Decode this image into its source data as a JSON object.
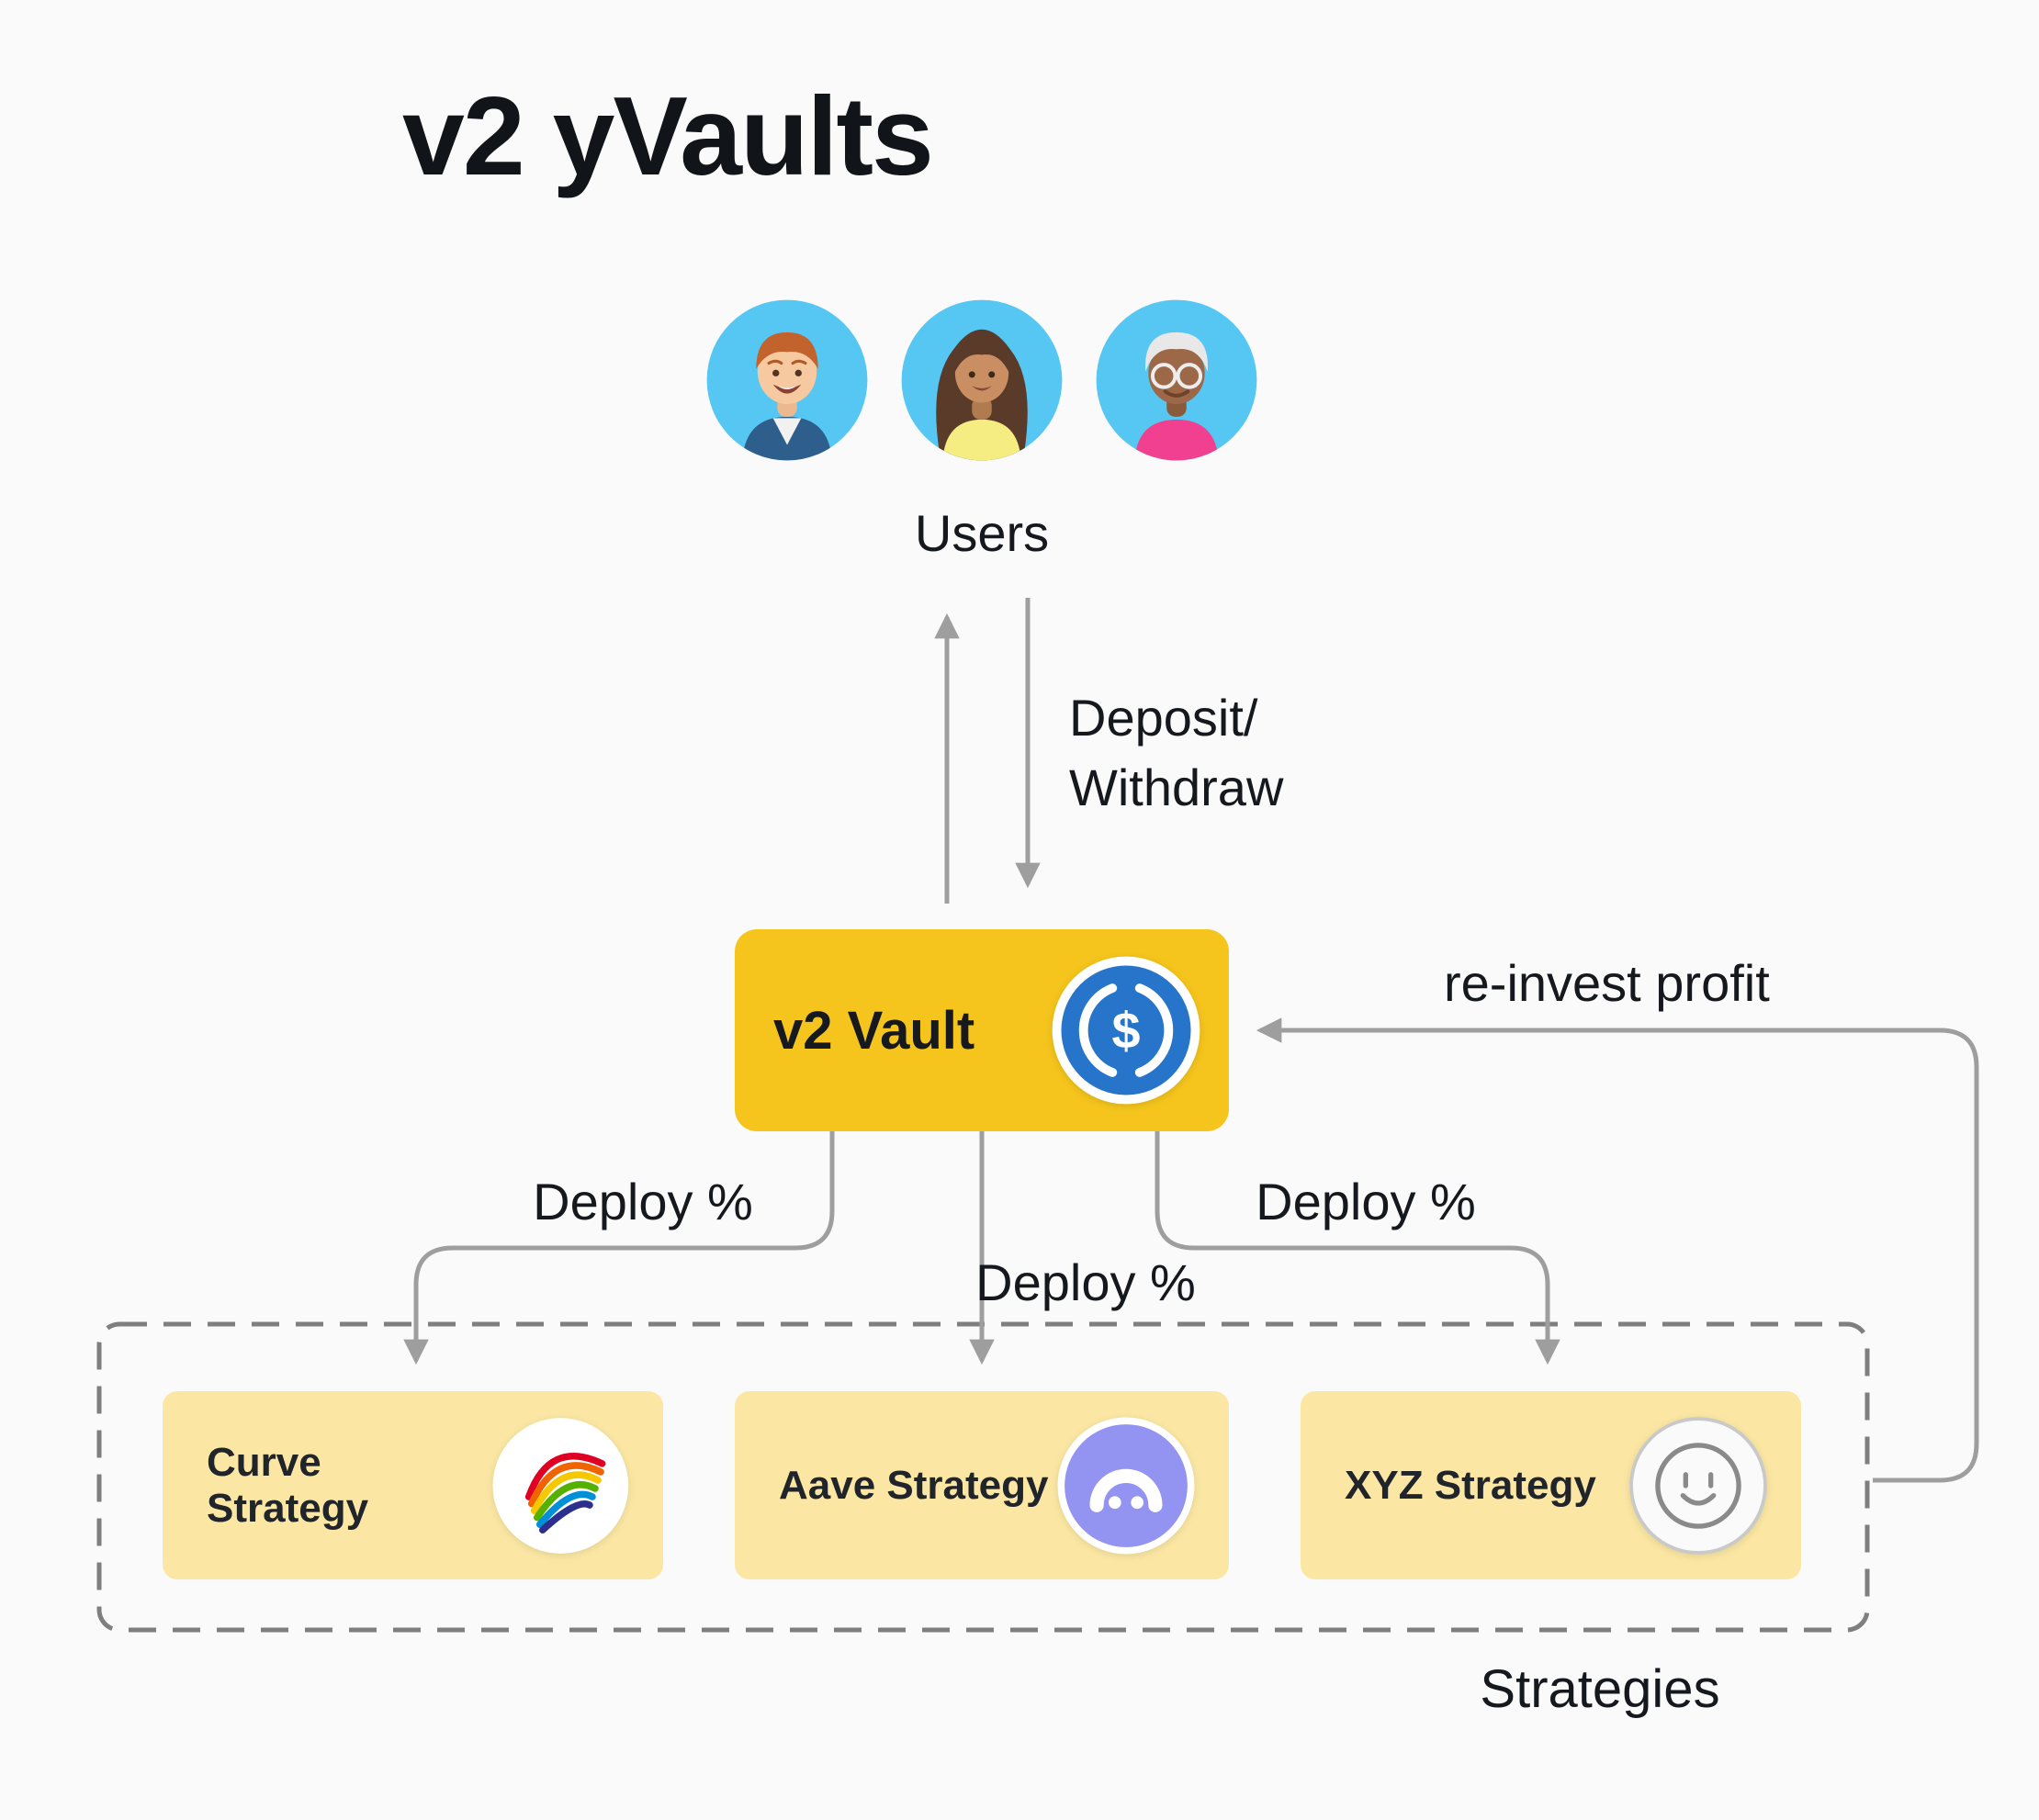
{
  "title": "v2 yVaults",
  "users": {
    "label": "Users",
    "avatars": [
      {
        "icon": "avatar-man-icon"
      },
      {
        "icon": "avatar-woman-icon"
      },
      {
        "icon": "avatar-elder-icon"
      }
    ]
  },
  "vault": {
    "label": "v2 Vault",
    "icon": "usdc-icon"
  },
  "edges": {
    "deposit_line1": "Deposit/",
    "deposit_line2": "Withdraw",
    "reinvest_label": "re-invest profit",
    "deploy_left_label": "Deploy %",
    "deploy_middle_label": "Deploy %",
    "deploy_right_label": "Deploy %"
  },
  "strategies": {
    "label": "Strategies",
    "items": [
      {
        "label": "Curve Strategy",
        "icon": "curve-icon"
      },
      {
        "label": "Aave Strategy",
        "icon": "aave-icon"
      },
      {
        "label": "XYZ Strategy",
        "icon": "smiley-icon"
      }
    ]
  },
  "colors": {
    "background": "#FAFAFA",
    "vault_gold": "#F5C51D",
    "strategy_yellow": "#FBE7A3",
    "arrow_gray": "#9E9E9E",
    "dashed_border": "#7F7F7F",
    "text_dark": "#15181D",
    "usdc_blue": "#2775CA",
    "aave_purple": "#9393F2",
    "avatar_blue": "#56C7F2"
  }
}
